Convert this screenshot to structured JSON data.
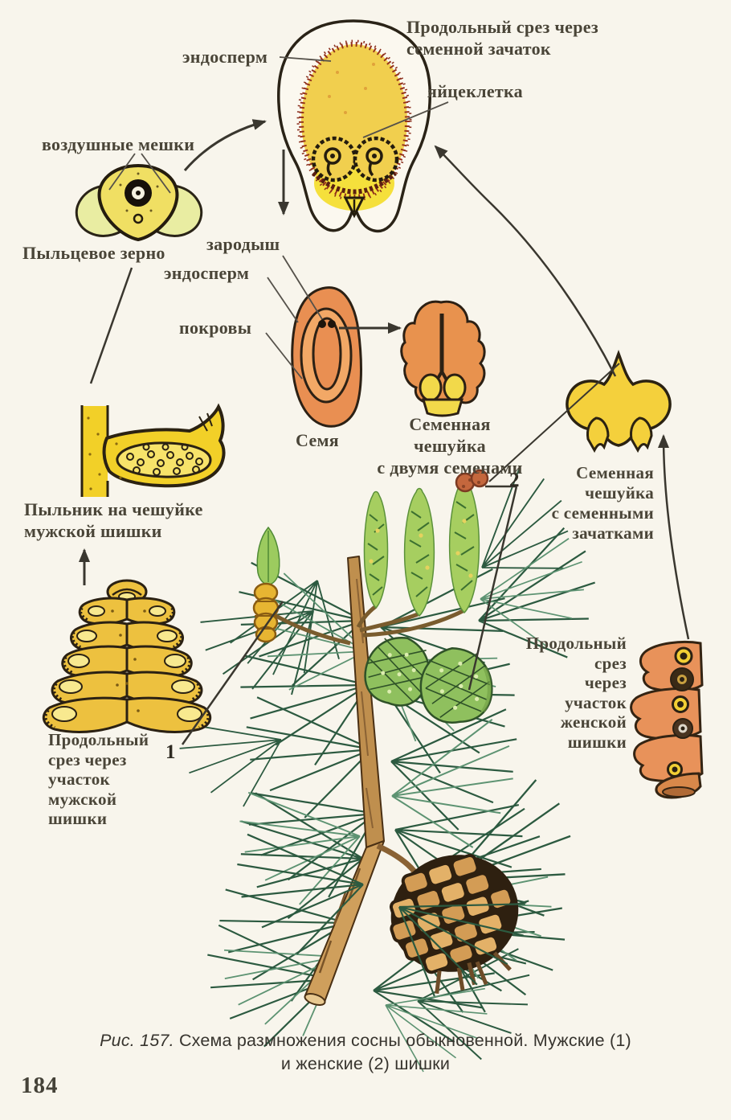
{
  "page": {
    "number": "184"
  },
  "caption": {
    "prefix": "Рис. 157.",
    "text": "Схема размножения сосны обыкновенной. Мужские (1)",
    "text2": "и женские (2) шишки"
  },
  "labels": {
    "ovule_section": [
      "Продольный срез через",
      "семенной зачаток"
    ],
    "endosperm_top": "эндосперм",
    "egg_cell": "яйцеклетка",
    "air_sacs": "воздушные мешки",
    "pollen_grain": "Пыльцевое зерно",
    "embryo": "зародыш",
    "endosperm_mid": "эндосперм",
    "integuments": "покровы",
    "seed": "Семя",
    "seed_scale_two_seeds": [
      "Семенная",
      "чешуйка",
      "с двумя семенами"
    ],
    "seed_scale_ovules": [
      "Семенная",
      "чешуйка",
      "с семенными",
      "зачатками"
    ],
    "anther": [
      "Пыльник на чешуйке",
      "мужской шишки"
    ],
    "male_cone_section": [
      "Продольный",
      "срез через",
      "участок",
      "мужской",
      "шишки"
    ],
    "female_cone_section": [
      "Продольный",
      "срез",
      "через",
      "участок",
      "женской",
      "шишки"
    ],
    "marker_male": "1",
    "marker_female": "2"
  },
  "colors": {
    "paper": "#f8f5ec",
    "label_ink": "#4a4538",
    "arrow_ink": "#3a372f",
    "yellow": "#f2cf3a",
    "pale_yellow": "#f0df63",
    "orange_seed": "#e98f52",
    "scale_orange": "#e8924e",
    "red_stipple": "#94301c",
    "shoot_green": "#a6ce60",
    "cone_green": "#8fc05e",
    "needle_green": "#2c5a40",
    "branch_tan": "#c79a58",
    "mature_cone": "#d39c55"
  }
}
